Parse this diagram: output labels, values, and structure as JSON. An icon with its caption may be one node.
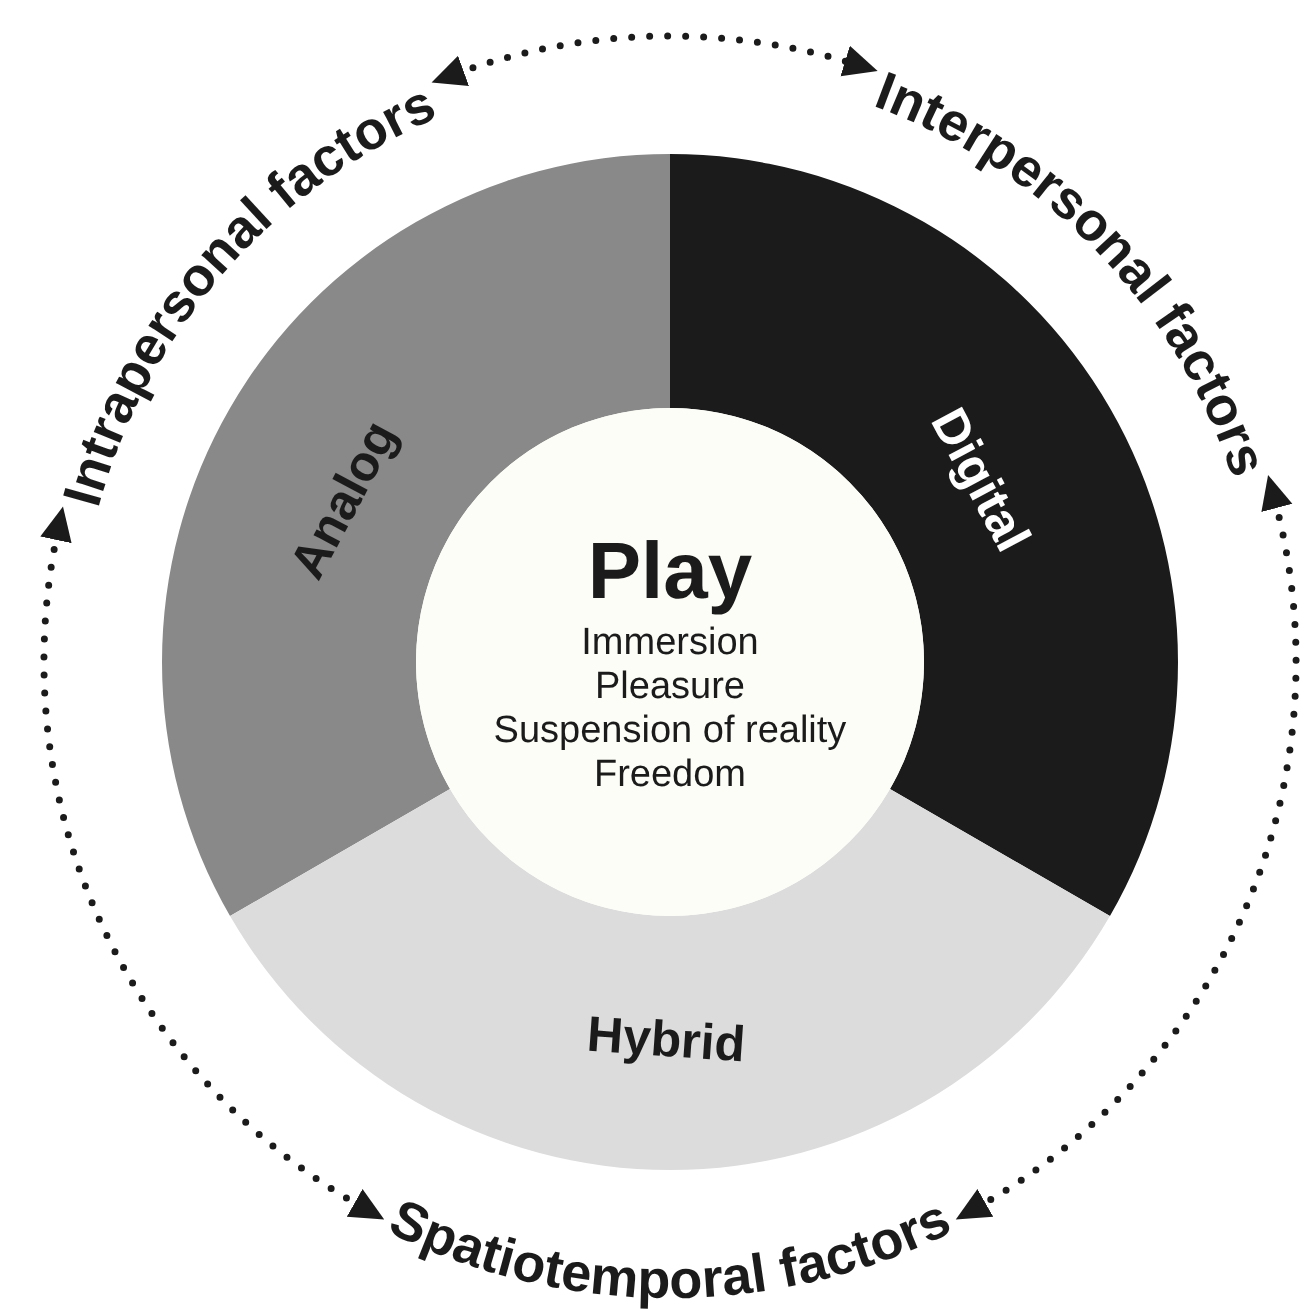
{
  "diagram": {
    "nodes": [
      {
        "text": [
          "Intrapersonal factors"
        ]
      },
      {
        "text": [
          "Interpersonal factors"
        ]
      },
      {
        "text": [
          "Spatiotemporal factors"
        ]
      },
      {
        "text": [
          "Analog"
        ]
      },
      {
        "text": [
          "Digital"
        ]
      },
      {
        "text": [
          "Hybrid"
        ]
      },
      {
        "text": [
          "Play",
          "Immersion",
          "Pleasure",
          "Suspension of reality",
          "Freedom"
        ]
      }
    ],
    "edges": [
      {
        "from": 0,
        "to": 1,
        "arrow": "both",
        "style": "dashed"
      },
      {
        "from": 0,
        "to": 2,
        "arrow": "both",
        "style": "dashed"
      },
      {
        "from": 1,
        "to": 2,
        "arrow": "both",
        "style": "dashed"
      }
    ]
  }
}
